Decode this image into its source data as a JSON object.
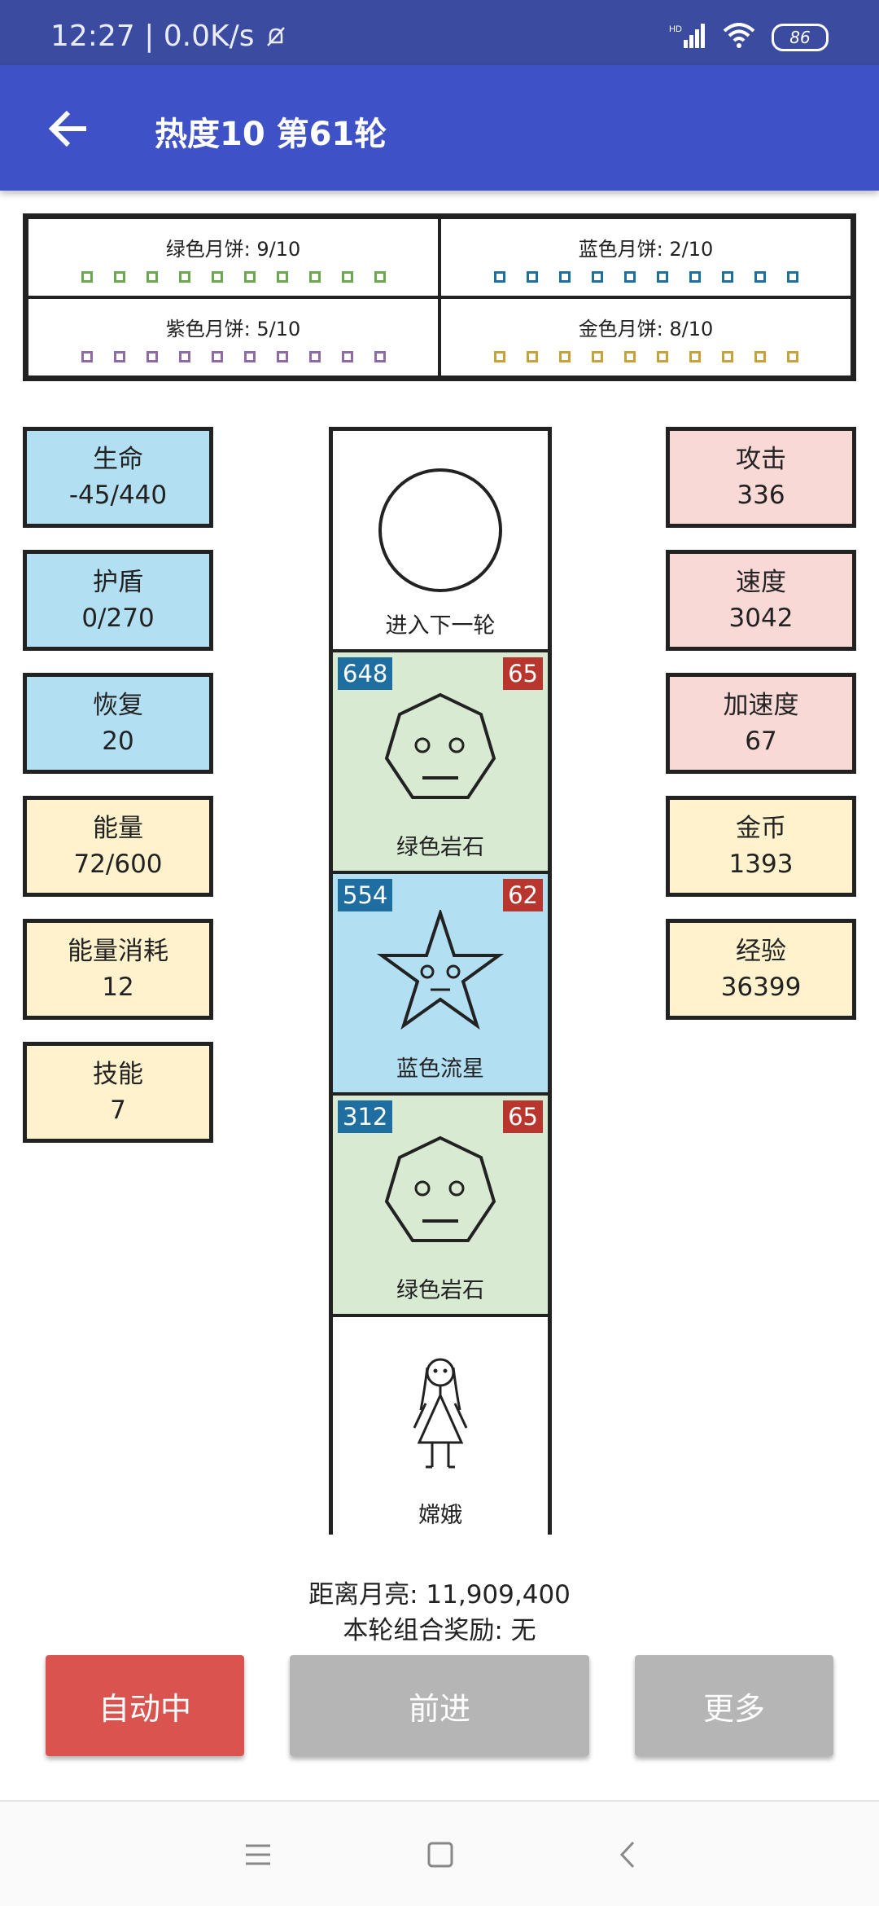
{
  "status_bar": {
    "time": "12:27",
    "net_speed": "0.0K/s",
    "signal_label": "HD",
    "battery": "86"
  },
  "app_bar": {
    "title": "热度10 第61轮"
  },
  "moon_cakes": [
    {
      "label": "绿色月饼: 9/10",
      "color": "#6aa84f"
    },
    {
      "label": "蓝色月饼: 2/10",
      "color": "#1f6ea1"
    },
    {
      "label": "紫色月饼: 5/10",
      "color": "#8e6ba8"
    },
    {
      "label": "金色月饼: 8/10",
      "color": "#c9a23a"
    }
  ],
  "left_stats": [
    {
      "name": "生命",
      "value": "-45/440"
    },
    {
      "name": "护盾",
      "value": "0/270"
    },
    {
      "name": "恢复",
      "value": "20"
    },
    {
      "name": "能量",
      "value": "72/600"
    },
    {
      "name": "能量消耗",
      "value": "12"
    },
    {
      "name": "技能",
      "value": "7"
    }
  ],
  "right_stats": [
    {
      "name": "攻击",
      "value": "336"
    },
    {
      "name": "速度",
      "value": "3042"
    },
    {
      "name": "加速度",
      "value": "67"
    },
    {
      "name": "金币",
      "value": "1393"
    },
    {
      "name": "经验",
      "value": "36399"
    }
  ],
  "cells": [
    {
      "label": "进入下一轮",
      "icon": "circle-icon"
    },
    {
      "label": "绿色岩石",
      "left": "648",
      "right": "65",
      "icon": "heptagon-face-icon"
    },
    {
      "label": "蓝色流星",
      "left": "554",
      "right": "62",
      "icon": "star-face-icon"
    },
    {
      "label": "绿色岩石",
      "left": "312",
      "right": "65",
      "icon": "heptagon-face-icon"
    },
    {
      "label": "嫦娥",
      "icon": "change-figure-icon"
    }
  ],
  "info": {
    "distance": "距离月亮: 11,909,400",
    "reward": "本轮组合奖励: 无"
  },
  "buttons": {
    "auto": "自动中",
    "forward": "前进",
    "more": "更多"
  }
}
